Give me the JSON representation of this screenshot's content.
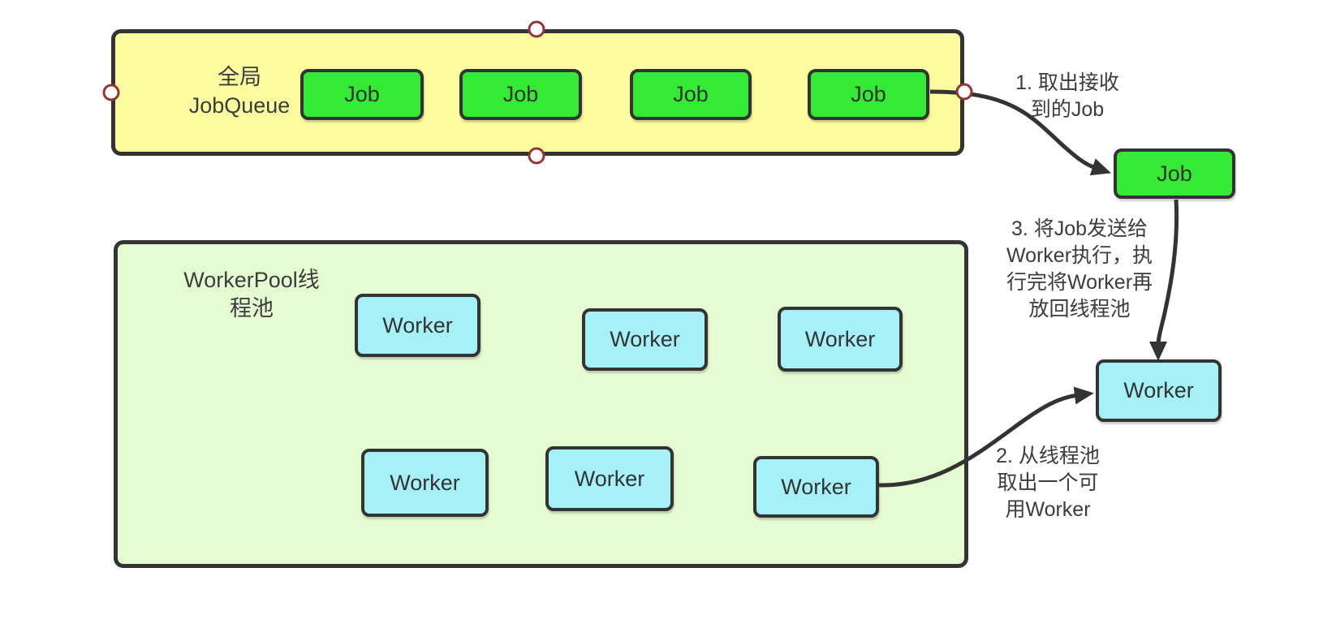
{
  "diagram": {
    "queue": {
      "label_line1": "全局",
      "label_line2": "JobQueue",
      "jobs": [
        {
          "label": "Job"
        },
        {
          "label": "Job"
        },
        {
          "label": "Job"
        },
        {
          "label": "Job"
        }
      ]
    },
    "pool": {
      "label_line1": "WorkerPool线",
      "label_line2": "程池",
      "workers": [
        {
          "label": "Worker"
        },
        {
          "label": "Worker"
        },
        {
          "label": "Worker"
        },
        {
          "label": "Worker"
        },
        {
          "label": "Worker"
        },
        {
          "label": "Worker"
        }
      ]
    },
    "extracted_job": {
      "label": "Job"
    },
    "selected_worker": {
      "label": "Worker"
    },
    "steps": {
      "step1": {
        "line1": "1. 取出接收",
        "line2": "到的Job"
      },
      "step2": {
        "line1": "2. 从线程池",
        "line2": "取出一个可",
        "line3": "用Worker"
      },
      "step3": {
        "line1": "3. 将Job发送给",
        "line2": "Worker执行，执",
        "line3": "行完将Worker再",
        "line4": "放回线程池"
      }
    },
    "colors": {
      "queue_fill": "#FDFD9F",
      "job_fill": "#35EA35",
      "pool_fill": "#E5FBD2",
      "worker_fill": "#A6F1F8",
      "outline": "#333333",
      "handle_ring": "#993333"
    }
  }
}
